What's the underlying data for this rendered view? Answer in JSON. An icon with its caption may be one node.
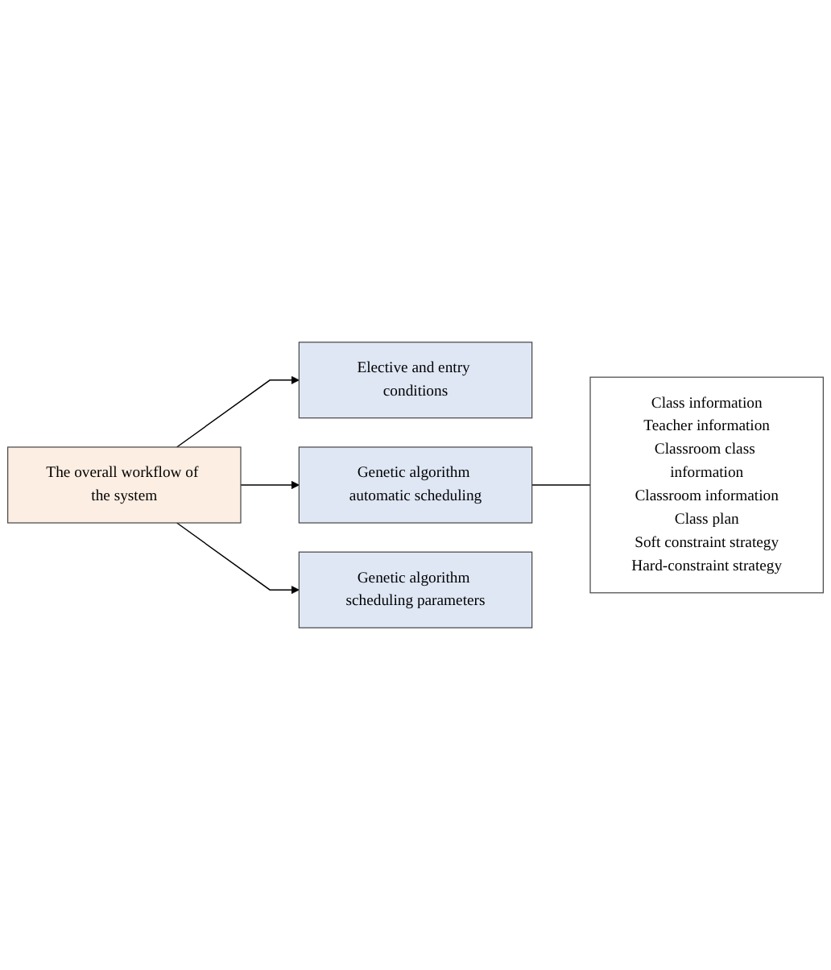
{
  "diagram": {
    "nodes": [
      {
        "text": [
          "The overall workflow of the system"
        ]
      },
      {
        "text": [
          "Elective and entry conditions"
        ]
      },
      {
        "text": [
          "Genetic algorithm automatic scheduling"
        ]
      },
      {
        "text": [
          "Genetic algorithm scheduling parameters"
        ]
      },
      {
        "text": [
          "Class information",
          "Teacher information",
          "Classroom class information",
          "Classroom information",
          "Class plan",
          "Soft constraint strategy",
          "Hard-constraint strategy"
        ]
      }
    ],
    "edges": [
      {
        "from": 0,
        "to": 1,
        "arrow": "to"
      },
      {
        "from": 0,
        "to": 2,
        "arrow": "to"
      },
      {
        "from": 0,
        "to": 3,
        "arrow": "to"
      },
      {
        "from": 2,
        "to": 4,
        "arrow": "none"
      }
    ]
  }
}
